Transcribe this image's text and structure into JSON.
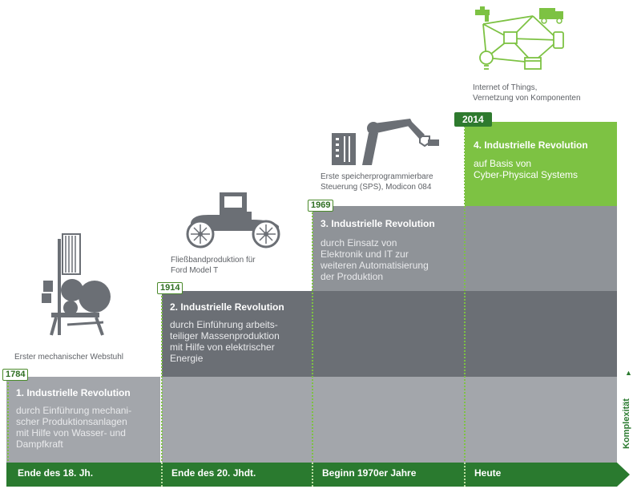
{
  "steps": [
    {
      "year": "1784",
      "title": "1. Industrielle Revolution",
      "desc": [
        "durch Einführung mechani-",
        "scher Produktionsanlagen",
        "mit Hilfe von Wasser- und",
        "Dampfkraft"
      ],
      "caption": [
        "Erster mechanischer Webstuhl"
      ]
    },
    {
      "year": "1914",
      "title": "2. Industrielle Revolution",
      "desc": [
        "durch Einführung arbeits-",
        "teiliger Massenproduktion",
        "mit Hilfe von elektrischer",
        "Energie"
      ],
      "caption": [
        "Fließbandproduktion für",
        "Ford Model T"
      ]
    },
    {
      "year": "1969",
      "title": "3. Industrielle Revolution",
      "desc": [
        "durch Einsatz von",
        "Elektronik und IT zur",
        "weiteren Automatisierung",
        "der Produktion"
      ],
      "caption": [
        "Erste speicherprogrammierbare",
        "Steuerung (SPS), Modicon 084"
      ]
    },
    {
      "year": "2014",
      "title": "4. Industrielle Revolution",
      "desc": [
        "auf Basis von",
        "Cyber-Physical Systems"
      ],
      "caption": [
        "Internet of Things,",
        "Vernetzung von Komponenten"
      ]
    }
  ],
  "eras": [
    "Ende des 18. Jh.",
    "Ende des 20. Jhdt.",
    "Beginn 1970er Jahre",
    "Heute"
  ],
  "axis_label": "Komplexität",
  "colors": {
    "dark": "#6b6f75",
    "mid": "#8f9398",
    "light": "#a3a6ab",
    "green": "#7dc243",
    "footer": "#2a7a2f"
  },
  "icons": [
    "loom-icon",
    "car-icon",
    "robot-arm-icon",
    "iot-network-icon"
  ]
}
